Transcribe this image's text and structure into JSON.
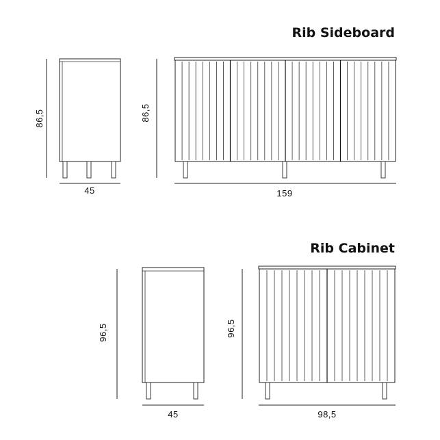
{
  "sideboard": {
    "title": "Rib Sideboard",
    "side_height": "86,5",
    "side_depth": "45",
    "front_height": "86,5",
    "front_width": "159"
  },
  "cabinet": {
    "title": "Rib Cabinet",
    "side_height": "96,5",
    "side_depth": "45",
    "front_height": "96,5",
    "front_width": "98,5"
  }
}
